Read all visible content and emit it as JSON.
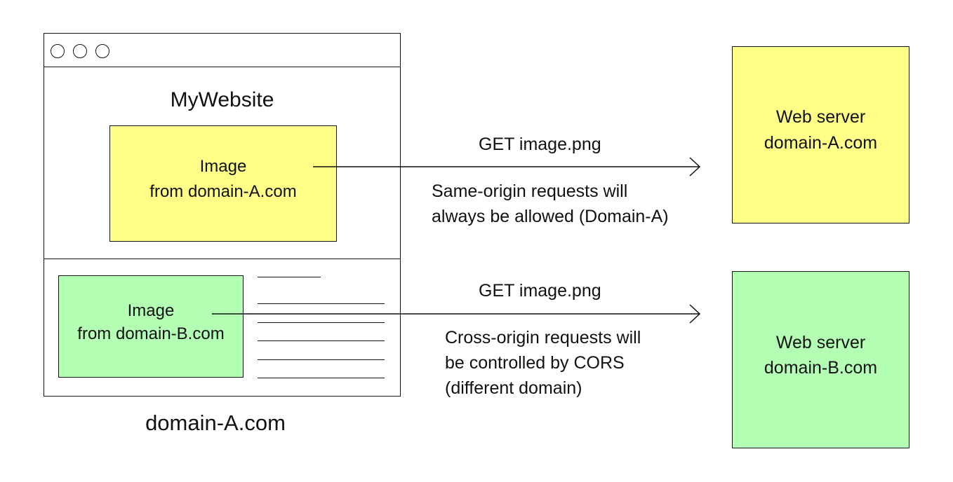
{
  "browser": {
    "site_title": "MyWebsite",
    "image_a": {
      "line1": "Image",
      "line2": "from domain-A.com"
    },
    "image_b": {
      "line1": "Image",
      "line2": "from domain-B.com"
    },
    "domain_caption": "domain-A.com"
  },
  "requests": {
    "same_origin": {
      "request_label": "GET  image.png",
      "note_line1": "Same-origin requests will",
      "note_line2": "always be allowed (Domain-A)"
    },
    "cross_origin": {
      "request_label": "GET  image.png",
      "note_line1": "Cross-origin requests will",
      "note_line2": "be controlled by CORS",
      "note_line3": "(different domain)"
    }
  },
  "servers": {
    "server_a": {
      "line1": "Web server",
      "line2": "domain-A.com"
    },
    "server_b": {
      "line1": "Web server",
      "line2": "domain-B.com"
    }
  },
  "colors": {
    "domain_a_fill": "#ffff88",
    "domain_b_fill": "#b3ffb3",
    "stroke": "#111111"
  }
}
